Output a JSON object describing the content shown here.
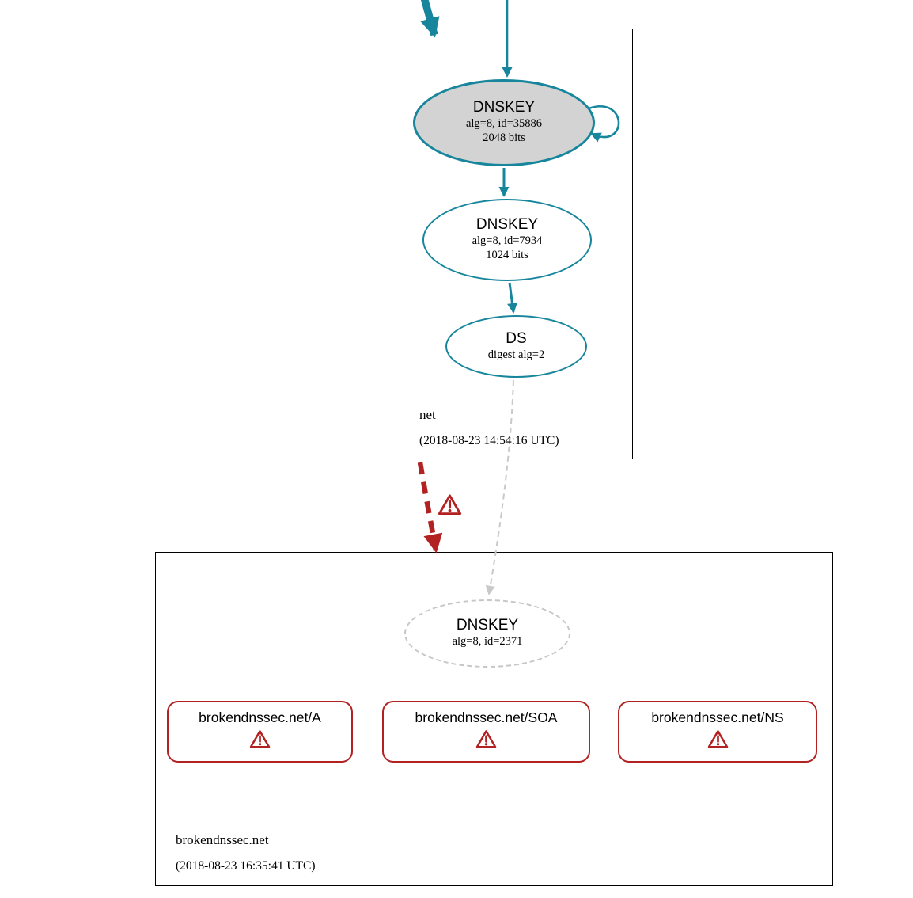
{
  "colors": {
    "secure_teal": "#17869c",
    "error_red": "#b22222",
    "node_gray_fill": "#d3d3d3",
    "insecure_gray": "#c9c9c9",
    "box_border": "#000000"
  },
  "icons": {
    "warning": "red-white exclamation triangle"
  },
  "zones": {
    "net": {
      "name": "net",
      "timestamp": "(2018-08-23 14:54:16 UTC)",
      "nodes": {
        "ksk": {
          "title": "DNSKEY",
          "details": [
            "alg=8, id=35886",
            "2048 bits"
          ]
        },
        "zsk": {
          "title": "DNSKEY",
          "details": [
            "alg=8, id=7934",
            "1024 bits"
          ]
        },
        "ds": {
          "title": "DS",
          "details": [
            "digest alg=2"
          ]
        }
      }
    },
    "brokendnssec_net": {
      "name": "brokendnssec.net",
      "timestamp": "(2018-08-23 16:35:41 UTC)",
      "nodes": {
        "dnskey": {
          "title": "DNSKEY",
          "details": [
            "alg=8, id=2371"
          ]
        },
        "rrsets": [
          {
            "label": "brokendnssec.net/A",
            "warning": true
          },
          {
            "label": "brokendnssec.net/SOA",
            "warning": true
          },
          {
            "label": "brokendnssec.net/NS",
            "warning": true
          }
        ]
      }
    }
  }
}
